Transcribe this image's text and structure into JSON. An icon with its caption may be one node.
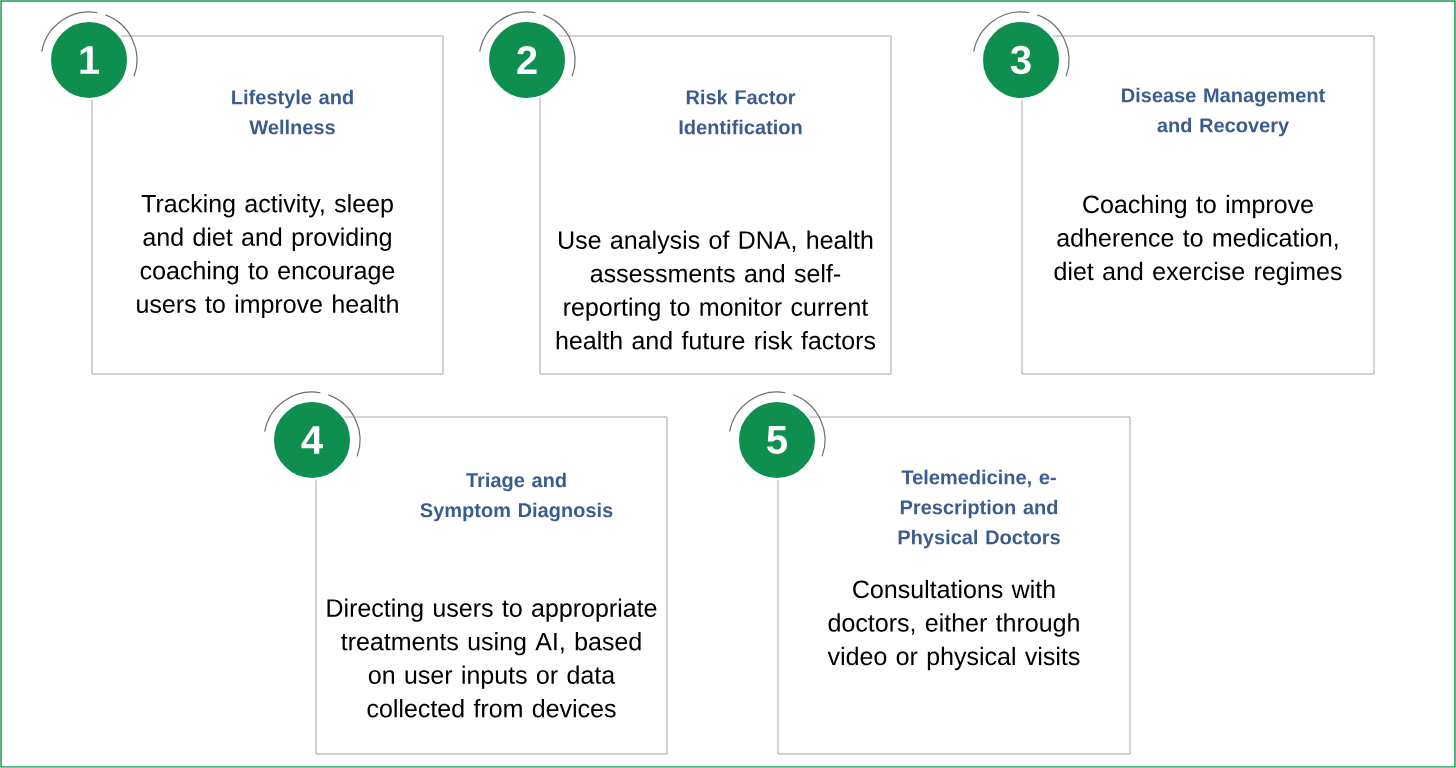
{
  "diagram": {
    "nodes": [
      {
        "text": [
          "1"
        ]
      },
      {
        "text": [
          "Lifestyle and Wellness",
          "Tracking activity, sleep and diet and providing coaching to encourage users to improve health"
        ]
      },
      {
        "text": [
          "2"
        ]
      },
      {
        "text": [
          "Risk Factor Identification",
          "Use analysis of DNA, health assessments and self-reporting to monitor current health and future risk factors"
        ]
      },
      {
        "text": [
          "3"
        ]
      },
      {
        "text": [
          "Disease Management and Recovery",
          "Coaching to improve adherence to medication, diet and exercise regimes"
        ]
      },
      {
        "text": [
          "4"
        ]
      },
      {
        "text": [
          "Triage and Symptom Diagnosis",
          "Directing users to appropriate treatments using AI, based on user inputs or data collected from devices"
        ]
      },
      {
        "text": [
          "5"
        ]
      },
      {
        "text": [
          "Telemedicine, e-Prescription and Physical Doctors",
          "Consultations with doctors, either through video or physical visits"
        ]
      }
    ]
  }
}
